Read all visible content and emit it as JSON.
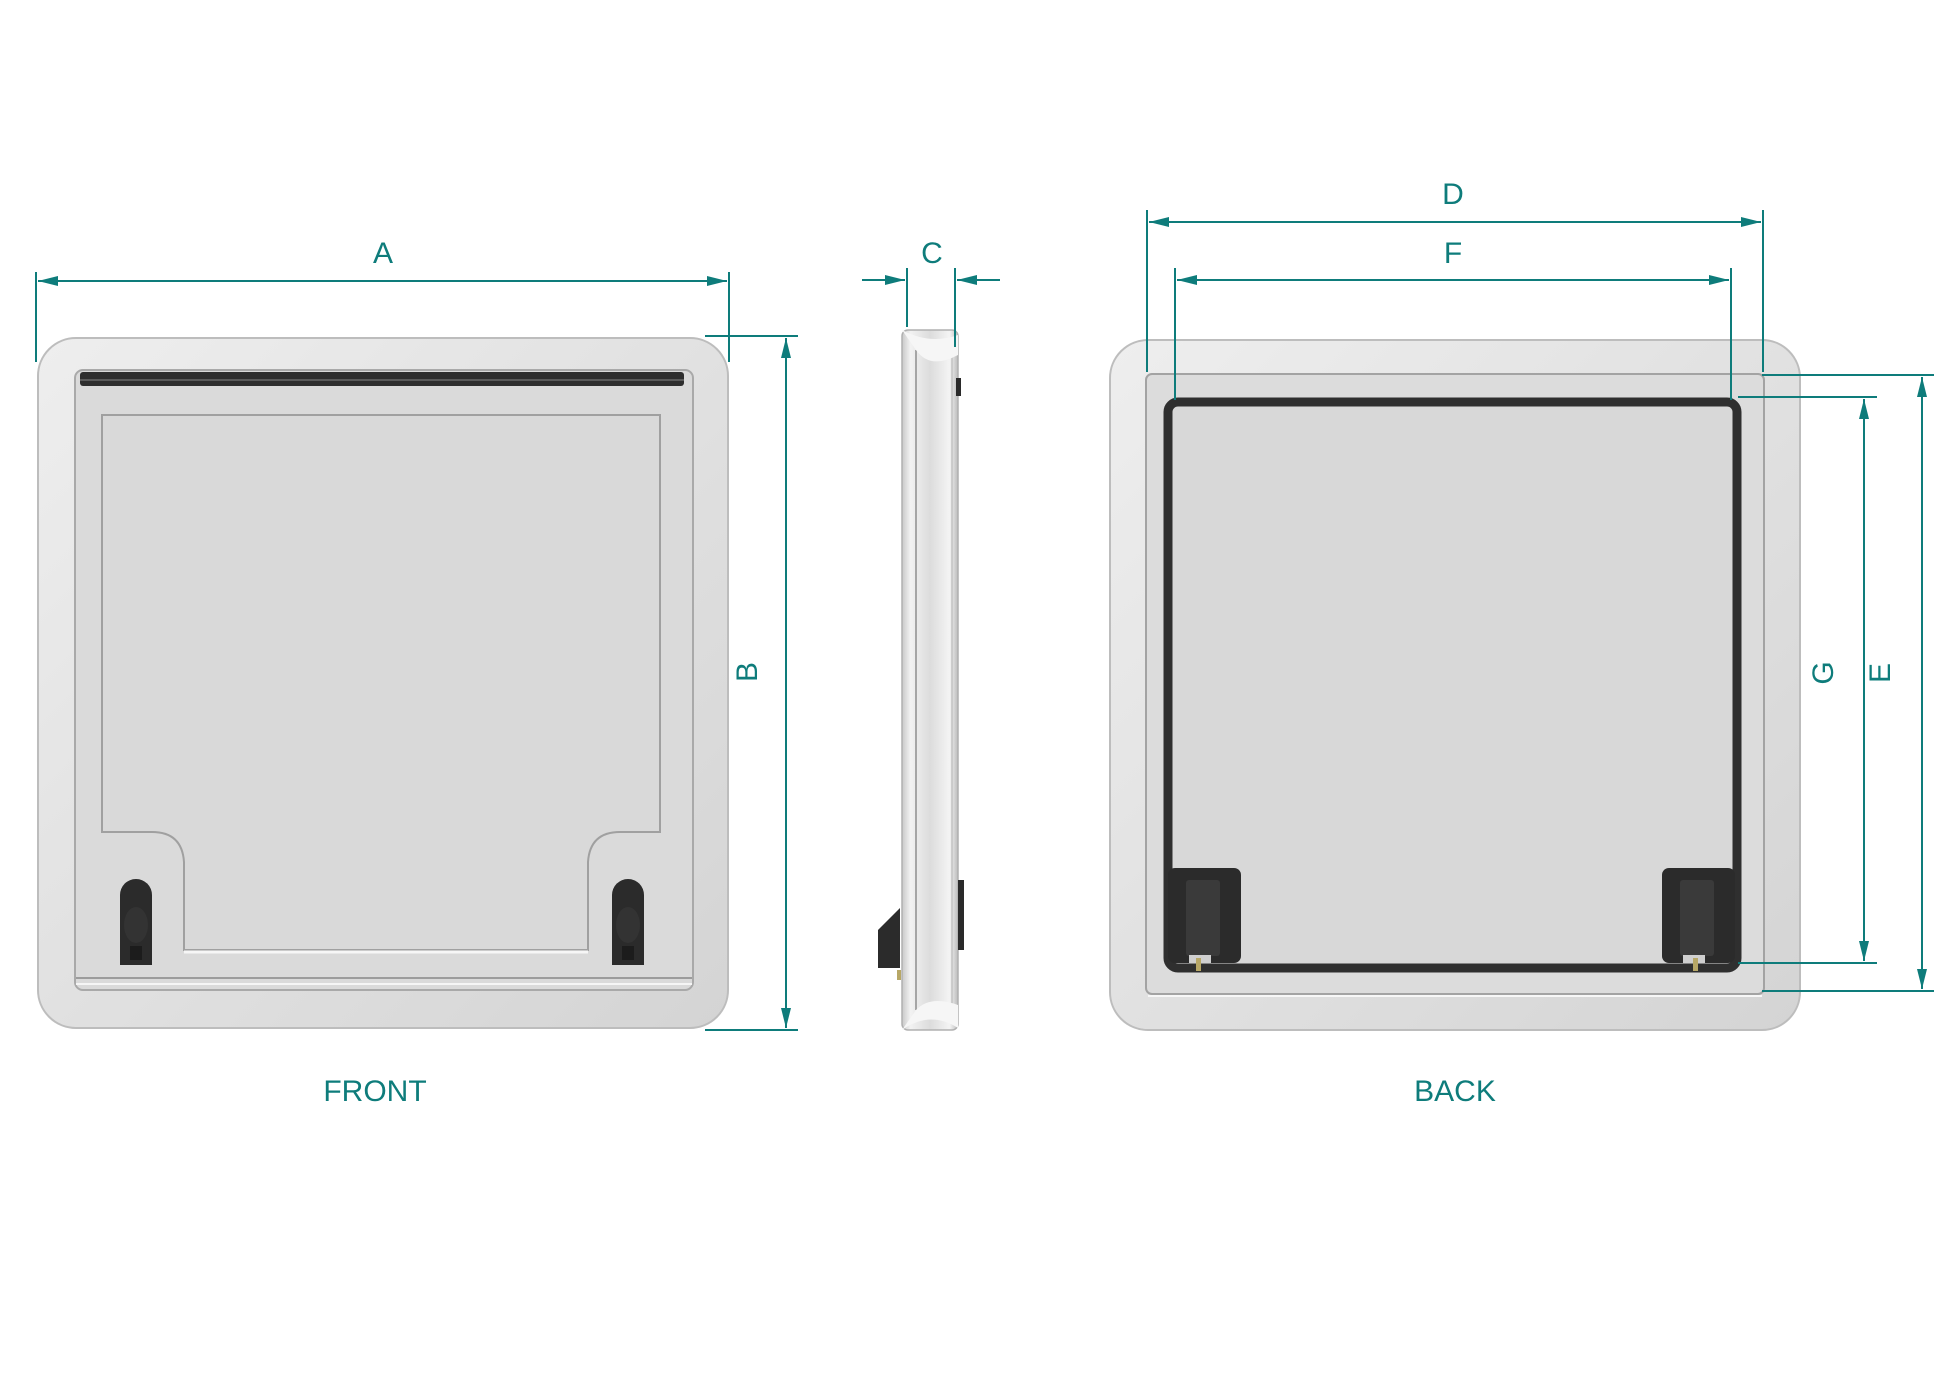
{
  "accent_color": "#0e7c7b",
  "views": {
    "front": {
      "label": "FRONT"
    },
    "side": {
      "label": ""
    },
    "back": {
      "label": "BACK"
    }
  },
  "dimensions": {
    "A": "A",
    "B": "B",
    "C": "C",
    "D": "D",
    "E": "E",
    "F": "F",
    "G": "G"
  }
}
